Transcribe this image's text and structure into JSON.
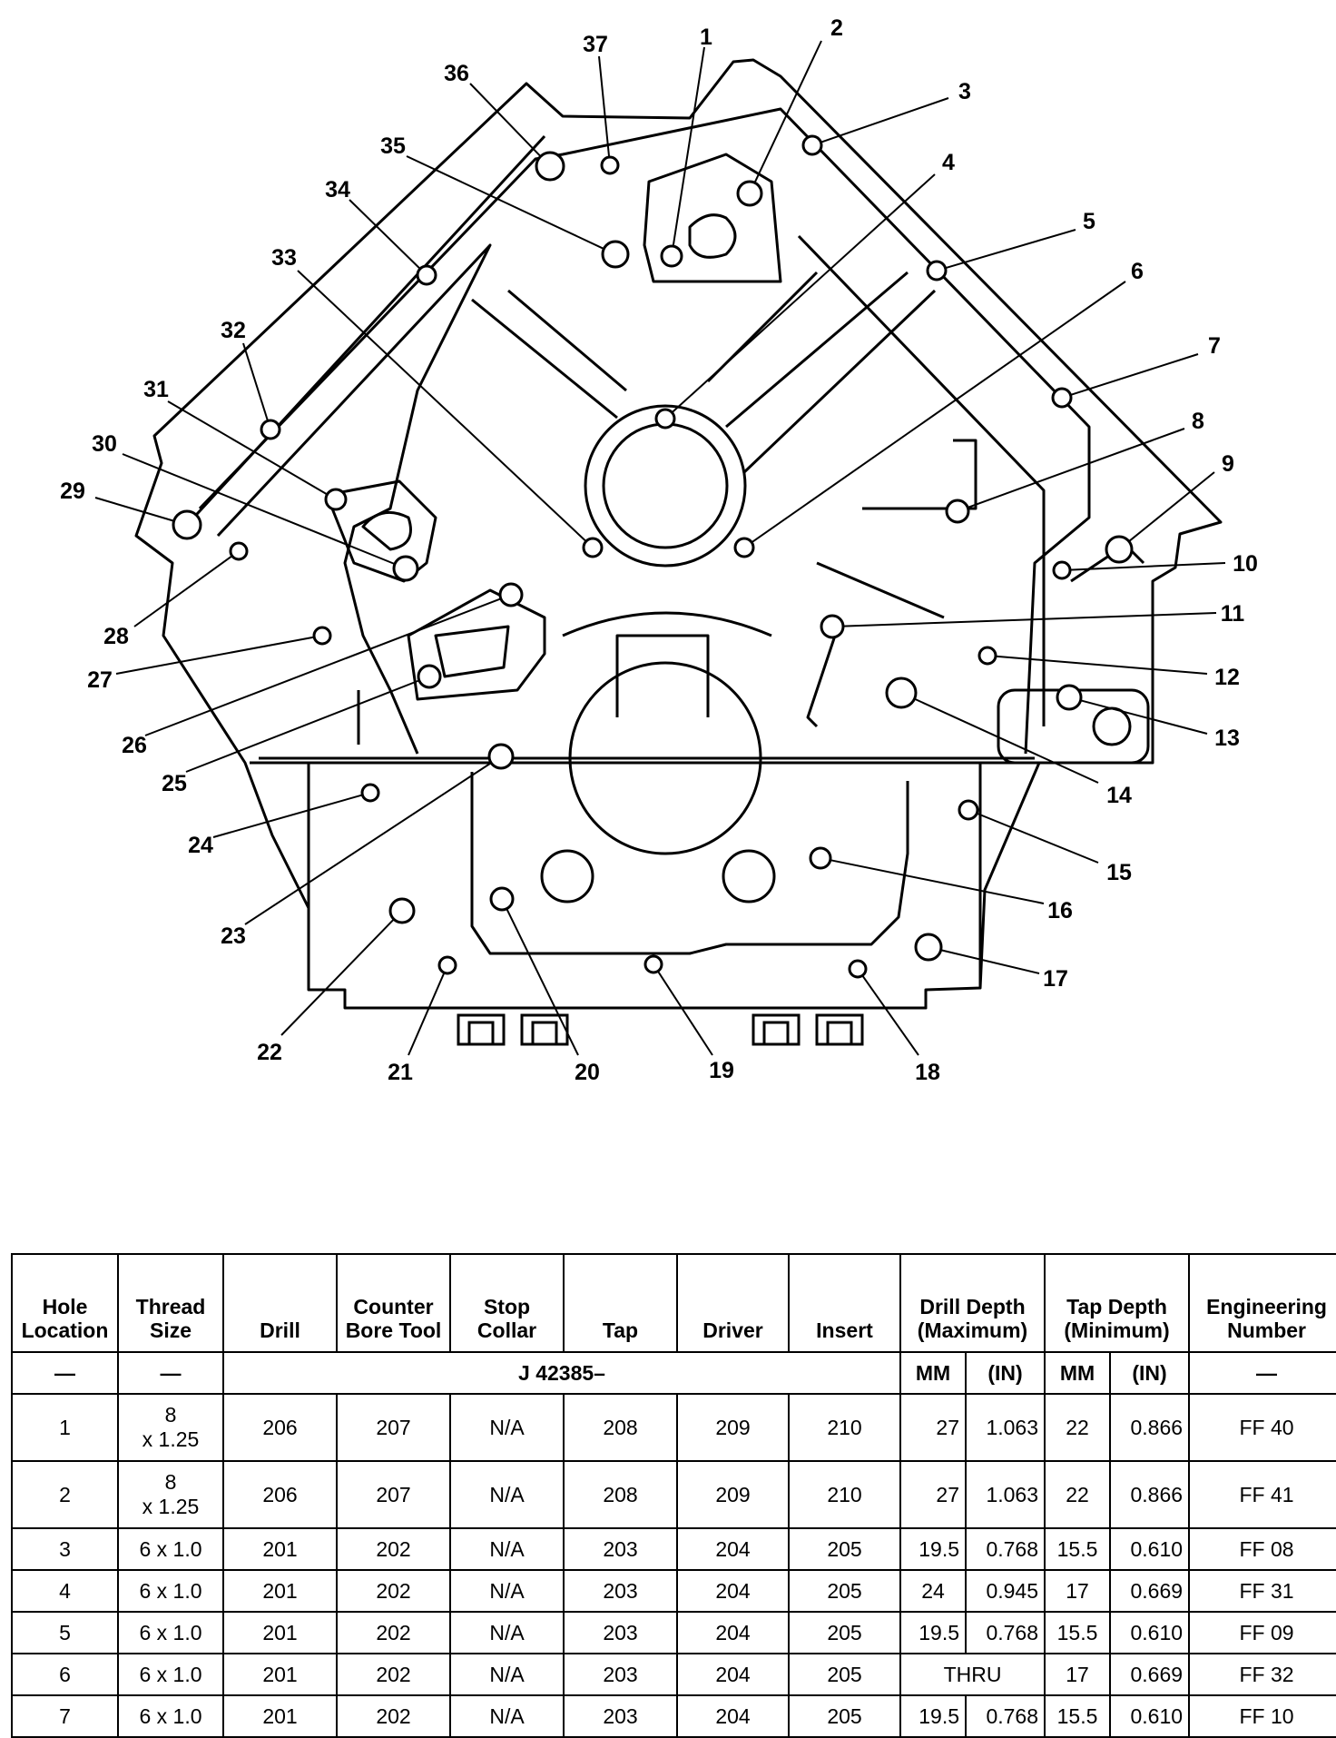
{
  "diagram": {
    "callouts": [
      "1",
      "2",
      "3",
      "4",
      "5",
      "6",
      "7",
      "8",
      "9",
      "10",
      "11",
      "12",
      "13",
      "14",
      "15",
      "16",
      "17",
      "18",
      "19",
      "20",
      "21",
      "22",
      "23",
      "24",
      "25",
      "26",
      "27",
      "28",
      "29",
      "30",
      "31",
      "32",
      "33",
      "34",
      "35",
      "36",
      "37"
    ]
  },
  "table": {
    "headers": {
      "hole_location": "Hole Location",
      "thread_size": "Thread Size",
      "drill": "Drill",
      "counter_bore_tool": "Counter Bore Tool",
      "stop_collar": "Stop Collar",
      "tap": "Tap",
      "driver": "Driver",
      "insert": "Insert",
      "drill_depth": "Drill Depth (Maximum)",
      "tap_depth": "Tap Depth (Minimum)",
      "engineering_number": "Engineering Number"
    },
    "subheader": {
      "hole_dash": "—",
      "thread_dash": "—",
      "tool_prefix": "J 42385–",
      "drill_mm": "MM",
      "drill_in": "(IN)",
      "tap_mm": "MM",
      "tap_in": "(IN)",
      "eng_dash": "—"
    },
    "rows": [
      {
        "hole": "1",
        "thread_a": "8",
        "thread_b": "x 1.25",
        "drill": "206",
        "cbt": "207",
        "collar": "N/A",
        "tap": "208",
        "driver": "209",
        "insert": "210",
        "dd_mm": "27",
        "dd_in": "1.063",
        "td_mm": "22",
        "td_in": "0.866",
        "eng": "FF 40"
      },
      {
        "hole": "2",
        "thread_a": "8",
        "thread_b": "x 1.25",
        "drill": "206",
        "cbt": "207",
        "collar": "N/A",
        "tap": "208",
        "driver": "209",
        "insert": "210",
        "dd_mm": "27",
        "dd_in": "1.063",
        "td_mm": "22",
        "td_in": "0.866",
        "eng": "FF 41"
      },
      {
        "hole": "3",
        "thread": "6 x 1.0",
        "drill": "201",
        "cbt": "202",
        "collar": "N/A",
        "tap": "203",
        "driver": "204",
        "insert": "205",
        "dd_mm": "19.5",
        "dd_in": "0.768",
        "td_mm": "15.5",
        "td_in": "0.610",
        "eng": "FF 08"
      },
      {
        "hole": "4",
        "thread": "6 x 1.0",
        "drill": "201",
        "cbt": "202",
        "collar": "N/A",
        "tap": "203",
        "driver": "204",
        "insert": "205",
        "dd_mm": "24",
        "dd_in": "0.945",
        "td_mm": "17",
        "td_in": "0.669",
        "eng": "FF 31"
      },
      {
        "hole": "5",
        "thread": "6 x 1.0",
        "drill": "201",
        "cbt": "202",
        "collar": "N/A",
        "tap": "203",
        "driver": "204",
        "insert": "205",
        "dd_mm": "19.5",
        "dd_in": "0.768",
        "td_mm": "15.5",
        "td_in": "0.610",
        "eng": "FF 09"
      },
      {
        "hole": "6",
        "thread": "6 x 1.0",
        "drill": "201",
        "cbt": "202",
        "collar": "N/A",
        "tap": "203",
        "driver": "204",
        "insert": "205",
        "dd_thru": "THRU",
        "td_mm": "17",
        "td_in": "0.669",
        "eng": "FF 32"
      },
      {
        "hole": "7",
        "thread": "6 x 1.0",
        "drill": "201",
        "cbt": "202",
        "collar": "N/A",
        "tap": "203",
        "driver": "204",
        "insert": "205",
        "dd_mm": "19.5",
        "dd_in": "0.768",
        "td_mm": "15.5",
        "td_in": "0.610",
        "eng": "FF 10"
      }
    ]
  }
}
